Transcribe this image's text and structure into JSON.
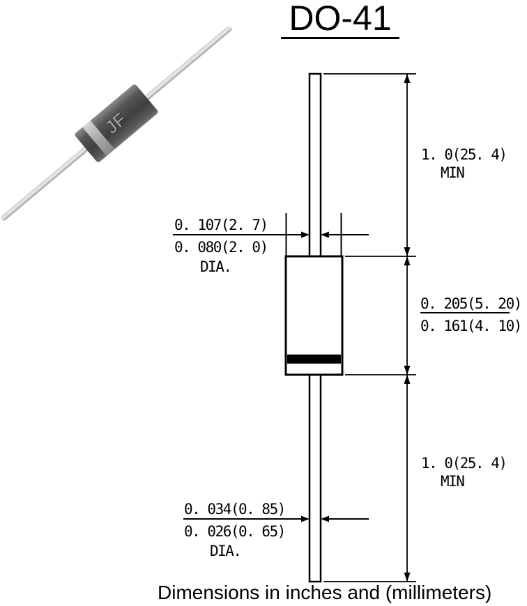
{
  "title": "DO-41",
  "caption": "Dimensions in inches and (millimeters)",
  "photo": {
    "marking": "JF"
  },
  "dimensions": {
    "top_lead": {
      "value": "1. 0(25. 4)",
      "note": "MIN"
    },
    "body": {
      "max": "0. 205(5. 20)",
      "min": "0. 161(4. 10)"
    },
    "top_lead_dia": {
      "max": "0. 107(2. 7)",
      "min": "0. 080(2. 0)",
      "label": "DIA."
    },
    "bottom_lead": {
      "value": "1. 0(25. 4)",
      "note": "MIN"
    },
    "bottom_lead_dia": {
      "max": "0. 034(0. 85)",
      "min": "0. 026(0. 65)",
      "label": "DIA."
    }
  }
}
